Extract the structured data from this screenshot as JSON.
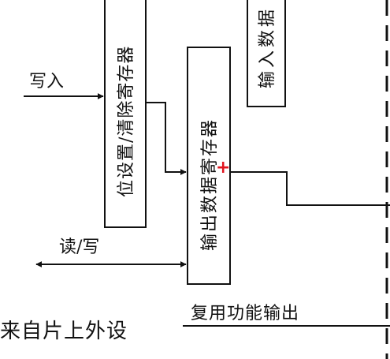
{
  "labels": {
    "write_in": "写入",
    "read_write": "读/写",
    "from_onchip_peripheral": "来自片上外设",
    "alt_function_output": "复用功能输出"
  },
  "boxes": {
    "bit_set_reset_register": "位设置/清除寄存器",
    "output_data_register": "输出数据寄存器",
    "input_data_register_partial": "输入数据"
  },
  "marks": {
    "cursor_cross": "+"
  }
}
